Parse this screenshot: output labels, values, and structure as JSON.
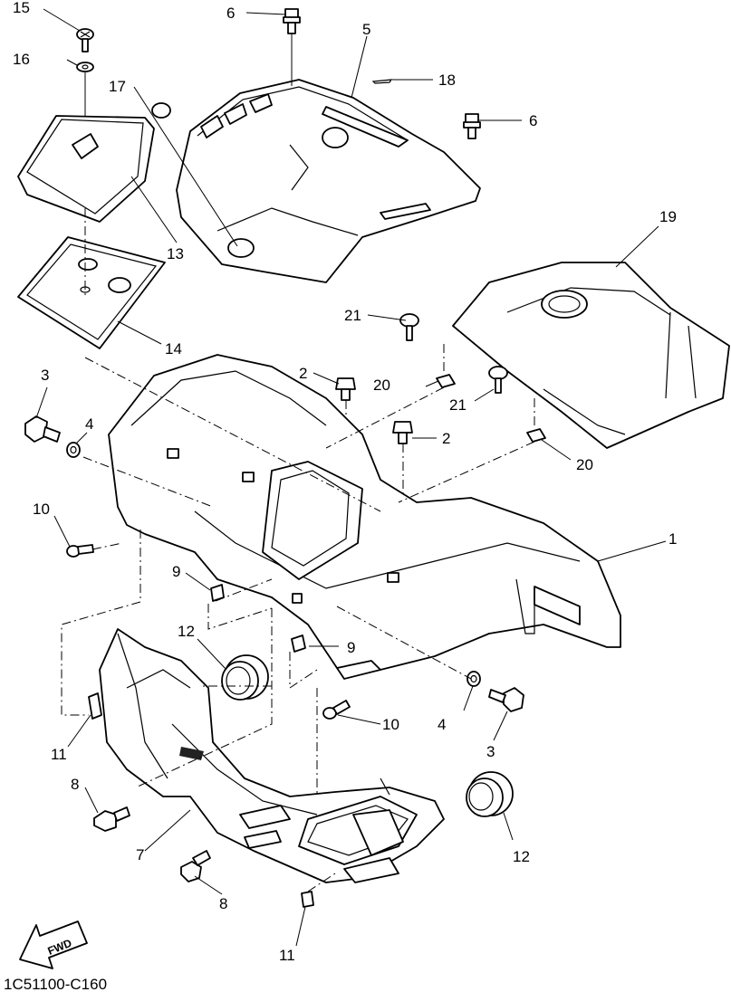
{
  "labels": {
    "p1": "1",
    "p2a": "2",
    "p2b": "2",
    "p3a": "3",
    "p3b": "3",
    "p4a": "4",
    "p4b": "4",
    "p5": "5",
    "p6a": "6",
    "p6b": "6",
    "p7": "7",
    "p8a": "8",
    "p8b": "8",
    "p9a": "9",
    "p9b": "9",
    "p10a": "10",
    "p10b": "10",
    "p11a": "11",
    "p11b": "11",
    "p12a": "12",
    "p12b": "12",
    "p13": "13",
    "p14": "14",
    "p15": "15",
    "p16": "16",
    "p17": "17",
    "p18": "18",
    "p19": "19",
    "p20a": "20",
    "p20b": "20",
    "p21a": "21",
    "p21b": "21"
  },
  "diagram_code": "1C51100-C160",
  "fwd_label": "FWD"
}
